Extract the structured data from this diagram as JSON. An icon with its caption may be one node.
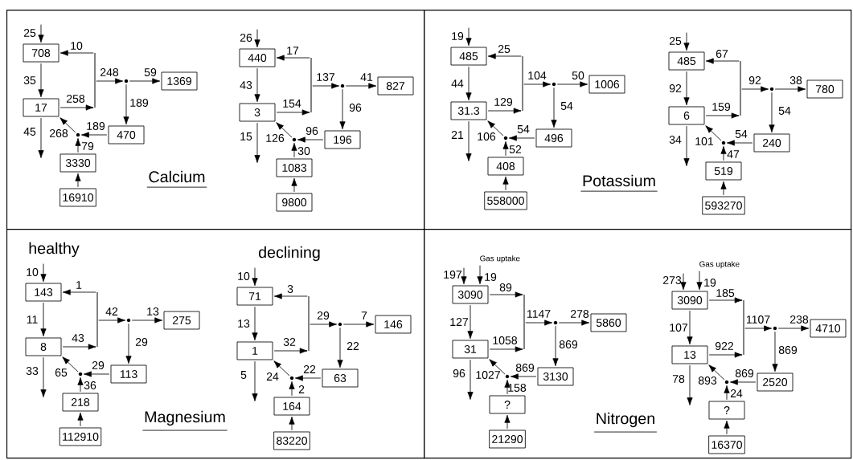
{
  "diagram": {
    "nodes": [
      {
        "text": [
          "Calcium"
        ]
      },
      {
        "text": [
          "708"
        ],
        "in": 0
      },
      {
        "text": [
          "17"
        ],
        "in": 0
      },
      {
        "text": [
          "1369"
        ],
        "in": 0
      },
      {
        "text": [
          "470"
        ],
        "in": 0
      },
      {
        "text": [
          "3330"
        ],
        "in": 0
      },
      {
        "text": [
          "16910"
        ],
        "in": 0
      },
      {
        "text": [],
        "shape": "bar",
        "in": 0
      },
      {
        "text": [],
        "shape": "circle",
        "in": 0
      },
      {
        "text": [],
        "shape": "circle",
        "in": 0
      },
      {
        "text": [
          "440"
        ],
        "in": 0
      },
      {
        "text": [
          "3"
        ],
        "in": 0
      },
      {
        "text": [
          "827"
        ],
        "in": 0
      },
      {
        "text": [
          "196"
        ],
        "in": 0
      },
      {
        "text": [
          "1083"
        ],
        "in": 0
      },
      {
        "text": [
          "9800"
        ],
        "in": 0
      },
      {
        "text": [],
        "shape": "bar",
        "in": 0
      },
      {
        "text": [],
        "shape": "circle",
        "in": 0
      },
      {
        "text": [],
        "shape": "circle",
        "in": 0
      },
      {
        "text": [
          "Potassium"
        ]
      },
      {
        "text": [
          "485"
        ],
        "in": 19
      },
      {
        "text": [
          "31.3"
        ],
        "in": 19
      },
      {
        "text": [
          "1006"
        ],
        "in": 19
      },
      {
        "text": [
          "496"
        ],
        "in": 19
      },
      {
        "text": [
          "408"
        ],
        "in": 19
      },
      {
        "text": [
          "558000"
        ],
        "in": 19
      },
      {
        "text": [],
        "shape": "bar",
        "in": 19
      },
      {
        "text": [],
        "shape": "circle",
        "in": 19
      },
      {
        "text": [],
        "shape": "circle",
        "in": 19
      },
      {
        "text": [
          "485"
        ],
        "in": 19
      },
      {
        "text": [
          "6"
        ],
        "in": 19
      },
      {
        "text": [
          "780"
        ],
        "in": 19
      },
      {
        "text": [
          "240"
        ],
        "in": 19
      },
      {
        "text": [
          "519"
        ],
        "in": 19
      },
      {
        "text": [
          "593270"
        ],
        "in": 19
      },
      {
        "text": [],
        "shape": "bar",
        "in": 19
      },
      {
        "text": [],
        "shape": "circle",
        "in": 19
      },
      {
        "text": [],
        "shape": "circle",
        "in": 19
      },
      {
        "text": [
          "Magnesium"
        ]
      },
      {
        "text": [
          "143"
        ],
        "in": 38
      },
      {
        "text": [
          "8"
        ],
        "in": 38
      },
      {
        "text": [
          "275"
        ],
        "in": 38
      },
      {
        "text": [
          "113"
        ],
        "in": 38
      },
      {
        "text": [
          "218"
        ],
        "in": 38
      },
      {
        "text": [
          "112910"
        ],
        "in": 38
      },
      {
        "text": [],
        "shape": "bar",
        "in": 38
      },
      {
        "text": [],
        "shape": "circle",
        "in": 38
      },
      {
        "text": [],
        "shape": "circle",
        "in": 38
      },
      {
        "text": [
          "71"
        ],
        "in": 38
      },
      {
        "text": [
          "1"
        ],
        "in": 38
      },
      {
        "text": [
          "146"
        ],
        "in": 38
      },
      {
        "text": [
          "63"
        ],
        "in": 38
      },
      {
        "text": [
          "164"
        ],
        "in": 38
      },
      {
        "text": [
          "83220"
        ],
        "in": 38
      },
      {
        "text": [],
        "shape": "bar",
        "in": 38
      },
      {
        "text": [],
        "shape": "circle",
        "in": 38
      },
      {
        "text": [],
        "shape": "circle",
        "in": 38
      },
      {
        "text": [
          "Nitrogen"
        ]
      },
      {
        "text": [
          "Gas uptake"
        ],
        "in": 57
      },
      {
        "text": [
          "3090"
        ],
        "in": 57
      },
      {
        "text": [
          "31"
        ],
        "in": 57
      },
      {
        "text": [
          "5860"
        ],
        "in": 57
      },
      {
        "text": [
          "3130"
        ],
        "in": 57
      },
      {
        "text": [
          "?"
        ],
        "in": 57
      },
      {
        "text": [
          "21290"
        ],
        "in": 57
      },
      {
        "text": [],
        "shape": "bar",
        "in": 57
      },
      {
        "text": [],
        "shape": "circle",
        "in": 57
      },
      {
        "text": [],
        "shape": "circle",
        "in": 57
      },
      {
        "text": [
          "Gas uptake"
        ],
        "in": 57
      },
      {
        "text": [
          "3090"
        ],
        "in": 57
      },
      {
        "text": [
          "13"
        ],
        "in": 57
      },
      {
        "text": [
          "4710"
        ],
        "in": 57
      },
      {
        "text": [
          "2520"
        ],
        "in": 57
      },
      {
        "text": [
          "?"
        ],
        "in": 57
      },
      {
        "text": [
          "16370"
        ],
        "in": 57
      },
      {
        "text": [],
        "shape": "bar",
        "in": 57
      },
      {
        "text": [],
        "shape": "circle",
        "in": 57
      },
      {
        "text": [],
        "shape": "circle",
        "in": 57
      }
    ],
    "edges": [
      {
        "from": null,
        "to": 1,
        "arrow": "to",
        "label": "25"
      },
      {
        "from": 1,
        "to": 2,
        "arrow": "to",
        "label": "35"
      },
      {
        "from": 2,
        "to": null,
        "arrow": "to",
        "label": "45"
      },
      {
        "from": 2,
        "to": 7,
        "arrow": "to",
        "label": "258"
      },
      {
        "from": 7,
        "to": 1,
        "arrow": "to",
        "label": "10"
      },
      {
        "from": 7,
        "to": 8,
        "arrow": "to",
        "label": "248"
      },
      {
        "from": 8,
        "to": 3,
        "arrow": "to",
        "label": "59"
      },
      {
        "from": 8,
        "to": 4,
        "arrow": "to",
        "label": "189"
      },
      {
        "from": 4,
        "to": 9,
        "arrow": "to",
        "label": "189"
      },
      {
        "from": 5,
        "to": 9,
        "arrow": "to",
        "label": "79"
      },
      {
        "from": 9,
        "to": 2,
        "arrow": "to",
        "label": "268"
      },
      {
        "from": 6,
        "to": 5,
        "arrow": "to"
      },
      {
        "from": null,
        "to": 10,
        "arrow": "to",
        "label": "26"
      },
      {
        "from": 10,
        "to": 11,
        "arrow": "to",
        "label": "43"
      },
      {
        "from": 11,
        "to": null,
        "arrow": "to",
        "label": "15"
      },
      {
        "from": 11,
        "to": 16,
        "arrow": "to",
        "label": "154"
      },
      {
        "from": 16,
        "to": 10,
        "arrow": "to",
        "label": "17"
      },
      {
        "from": 16,
        "to": 17,
        "arrow": "to",
        "label": "137"
      },
      {
        "from": 17,
        "to": 12,
        "arrow": "to",
        "label": "41"
      },
      {
        "from": 17,
        "to": 13,
        "arrow": "to",
        "label": "96"
      },
      {
        "from": 13,
        "to": 18,
        "arrow": "to",
        "label": "96"
      },
      {
        "from": 14,
        "to": 18,
        "arrow": "to",
        "label": "30"
      },
      {
        "from": 18,
        "to": 11,
        "arrow": "to",
        "label": "126"
      },
      {
        "from": 15,
        "to": 14,
        "arrow": "to"
      },
      {
        "from": null,
        "to": 20,
        "arrow": "to",
        "label": "19"
      },
      {
        "from": 20,
        "to": 21,
        "arrow": "to",
        "label": "44"
      },
      {
        "from": 21,
        "to": null,
        "arrow": "to",
        "label": "21"
      },
      {
        "from": 21,
        "to": 26,
        "arrow": "to",
        "label": "129"
      },
      {
        "from": 26,
        "to": 20,
        "arrow": "to",
        "label": "25"
      },
      {
        "from": 26,
        "to": 27,
        "arrow": "to",
        "label": "104"
      },
      {
        "from": 27,
        "to": 22,
        "arrow": "to",
        "label": "50"
      },
      {
        "from": 27,
        "to": 23,
        "arrow": "to",
        "label": "54"
      },
      {
        "from": 23,
        "to": 28,
        "arrow": "to",
        "label": "54"
      },
      {
        "from": 24,
        "to": 28,
        "arrow": "to",
        "label": "52"
      },
      {
        "from": 28,
        "to": 21,
        "arrow": "to",
        "label": "106"
      },
      {
        "from": 25,
        "to": 24,
        "arrow": "to"
      },
      {
        "from": null,
        "to": 29,
        "arrow": "to",
        "label": "25"
      },
      {
        "from": 29,
        "to": 30,
        "arrow": "to",
        "label": "92"
      },
      {
        "from": 30,
        "to": null,
        "arrow": "to",
        "label": "34"
      },
      {
        "from": 30,
        "to": 35,
        "arrow": "to",
        "label": "159"
      },
      {
        "from": 35,
        "to": 29,
        "arrow": "to",
        "label": "67"
      },
      {
        "from": 35,
        "to": 36,
        "arrow": "to",
        "label": "92"
      },
      {
        "from": 36,
        "to": 31,
        "arrow": "to",
        "label": "38"
      },
      {
        "from": 36,
        "to": 32,
        "arrow": "to",
        "label": "54"
      },
      {
        "from": 32,
        "to": 37,
        "arrow": "to",
        "label": "54"
      },
      {
        "from": 33,
        "to": 37,
        "arrow": "to",
        "label": "47"
      },
      {
        "from": 37,
        "to": 30,
        "arrow": "to",
        "label": "101"
      },
      {
        "from": 34,
        "to": 33,
        "arrow": "to"
      },
      {
        "from": null,
        "to": 39,
        "arrow": "to",
        "label": "10"
      },
      {
        "from": 39,
        "to": 40,
        "arrow": "to",
        "label": "11"
      },
      {
        "from": 40,
        "to": null,
        "arrow": "to",
        "label": "33"
      },
      {
        "from": 40,
        "to": 45,
        "arrow": "to",
        "label": "43"
      },
      {
        "from": 45,
        "to": 39,
        "arrow": "to",
        "label": "1"
      },
      {
        "from": 45,
        "to": 46,
        "arrow": "to",
        "label": "42"
      },
      {
        "from": 46,
        "to": 41,
        "arrow": "to",
        "label": "13"
      },
      {
        "from": 46,
        "to": 42,
        "arrow": "to",
        "label": "29"
      },
      {
        "from": 42,
        "to": 47,
        "arrow": "to",
        "label": "29"
      },
      {
        "from": 43,
        "to": 47,
        "arrow": "to",
        "label": "36"
      },
      {
        "from": 47,
        "to": 40,
        "arrow": "to",
        "label": "65"
      },
      {
        "from": 44,
        "to": 43,
        "arrow": "to"
      },
      {
        "from": null,
        "to": 48,
        "arrow": "to",
        "label": "10"
      },
      {
        "from": 48,
        "to": 49,
        "arrow": "to",
        "label": "13"
      },
      {
        "from": 49,
        "to": null,
        "arrow": "to",
        "label": "5"
      },
      {
        "from": 49,
        "to": 54,
        "arrow": "to",
        "label": "32"
      },
      {
        "from": 54,
        "to": 48,
        "arrow": "to",
        "label": "3"
      },
      {
        "from": 54,
        "to": 55,
        "arrow": "to",
        "label": "29"
      },
      {
        "from": 55,
        "to": 50,
        "arrow": "to",
        "label": "7"
      },
      {
        "from": 55,
        "to": 51,
        "arrow": "to",
        "label": "22"
      },
      {
        "from": 51,
        "to": 56,
        "arrow": "to",
        "label": "22"
      },
      {
        "from": 52,
        "to": 56,
        "arrow": "to",
        "label": "2"
      },
      {
        "from": 56,
        "to": 49,
        "arrow": "to",
        "label": "24"
      },
      {
        "from": 53,
        "to": 52,
        "arrow": "to"
      },
      {
        "from": null,
        "to": 59,
        "arrow": "to",
        "label": "197"
      },
      {
        "from": 58,
        "to": 59,
        "arrow": "to",
        "label": "19"
      },
      {
        "from": 59,
        "to": 60,
        "arrow": "to",
        "label": "127"
      },
      {
        "from": 60,
        "to": null,
        "arrow": "to",
        "label": "96"
      },
      {
        "from": 60,
        "to": 65,
        "arrow": "to",
        "label": "1058"
      },
      {
        "from": 59,
        "to": 65,
        "arrow": "to",
        "label": "89"
      },
      {
        "from": 65,
        "to": 66,
        "arrow": "to",
        "label": "1147"
      },
      {
        "from": 66,
        "to": 61,
        "arrow": "to",
        "label": "278"
      },
      {
        "from": 66,
        "to": 62,
        "arrow": "to",
        "label": "869"
      },
      {
        "from": 62,
        "to": 67,
        "arrow": "to",
        "label": "869"
      },
      {
        "from": 63,
        "to": 67,
        "arrow": "to",
        "label": "158"
      },
      {
        "from": 67,
        "to": 60,
        "arrow": "to",
        "label": "1027"
      },
      {
        "from": 64,
        "to": 63,
        "arrow": "to"
      },
      {
        "from": null,
        "to": 69,
        "arrow": "to",
        "label": "273"
      },
      {
        "from": 68,
        "to": 69,
        "arrow": "to",
        "label": "19"
      },
      {
        "from": 69,
        "to": 70,
        "arrow": "to",
        "label": "107"
      },
      {
        "from": 70,
        "to": null,
        "arrow": "to",
        "label": "78"
      },
      {
        "from": 70,
        "to": 75,
        "arrow": "to",
        "label": "922"
      },
      {
        "from": 69,
        "to": 75,
        "arrow": "to",
        "label": "185"
      },
      {
        "from": 75,
        "to": 76,
        "arrow": "to",
        "label": "1107"
      },
      {
        "from": 76,
        "to": 71,
        "arrow": "to",
        "label": "238"
      },
      {
        "from": 76,
        "to": 72,
        "arrow": "to",
        "label": "869"
      },
      {
        "from": 72,
        "to": 77,
        "arrow": "to",
        "label": "869"
      },
      {
        "from": 73,
        "to": 77,
        "arrow": "to",
        "label": "24"
      },
      {
        "from": 77,
        "to": 70,
        "arrow": "to",
        "label": "893"
      },
      {
        "from": 74,
        "to": 73,
        "arrow": "to"
      }
    ],
    "labels": [
      "healthy",
      "declining"
    ]
  }
}
